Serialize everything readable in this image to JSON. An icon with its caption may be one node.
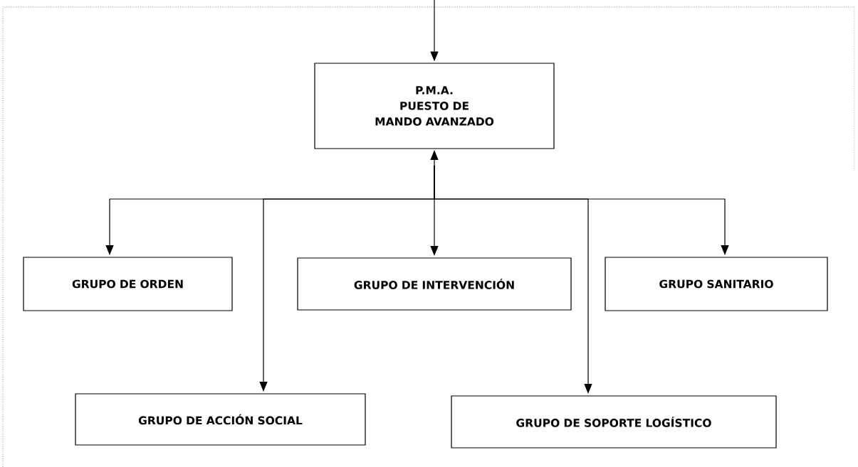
{
  "diagram": {
    "nodes": [
      {
        "text": [
          "P.M.A.",
          "PUESTO DE MANDO AVANZADO"
        ]
      },
      {
        "text": [
          "GRUPO DE ORDEN"
        ]
      },
      {
        "text": [
          "GRUPO DE INTERVENCIÓN"
        ]
      },
      {
        "text": [
          "GRUPO SANITARIO"
        ]
      },
      {
        "text": [
          "GRUPO DE ACCIÓN SOCIAL"
        ]
      },
      {
        "text": [
          "GRUPO DE SOPORTE LOGÍSTICO"
        ]
      }
    ],
    "edges": [
      {
        "from": null,
        "to": 0,
        "arrow": "to"
      },
      {
        "from": 0,
        "to": 1,
        "arrow": "to"
      },
      {
        "from": 0,
        "to": 4,
        "arrow": "to"
      },
      {
        "from": 0,
        "to": 2,
        "arrow": "both"
      },
      {
        "from": 0,
        "to": 5,
        "arrow": "to"
      },
      {
        "from": 0,
        "to": 3,
        "arrow": "to"
      }
    ]
  }
}
